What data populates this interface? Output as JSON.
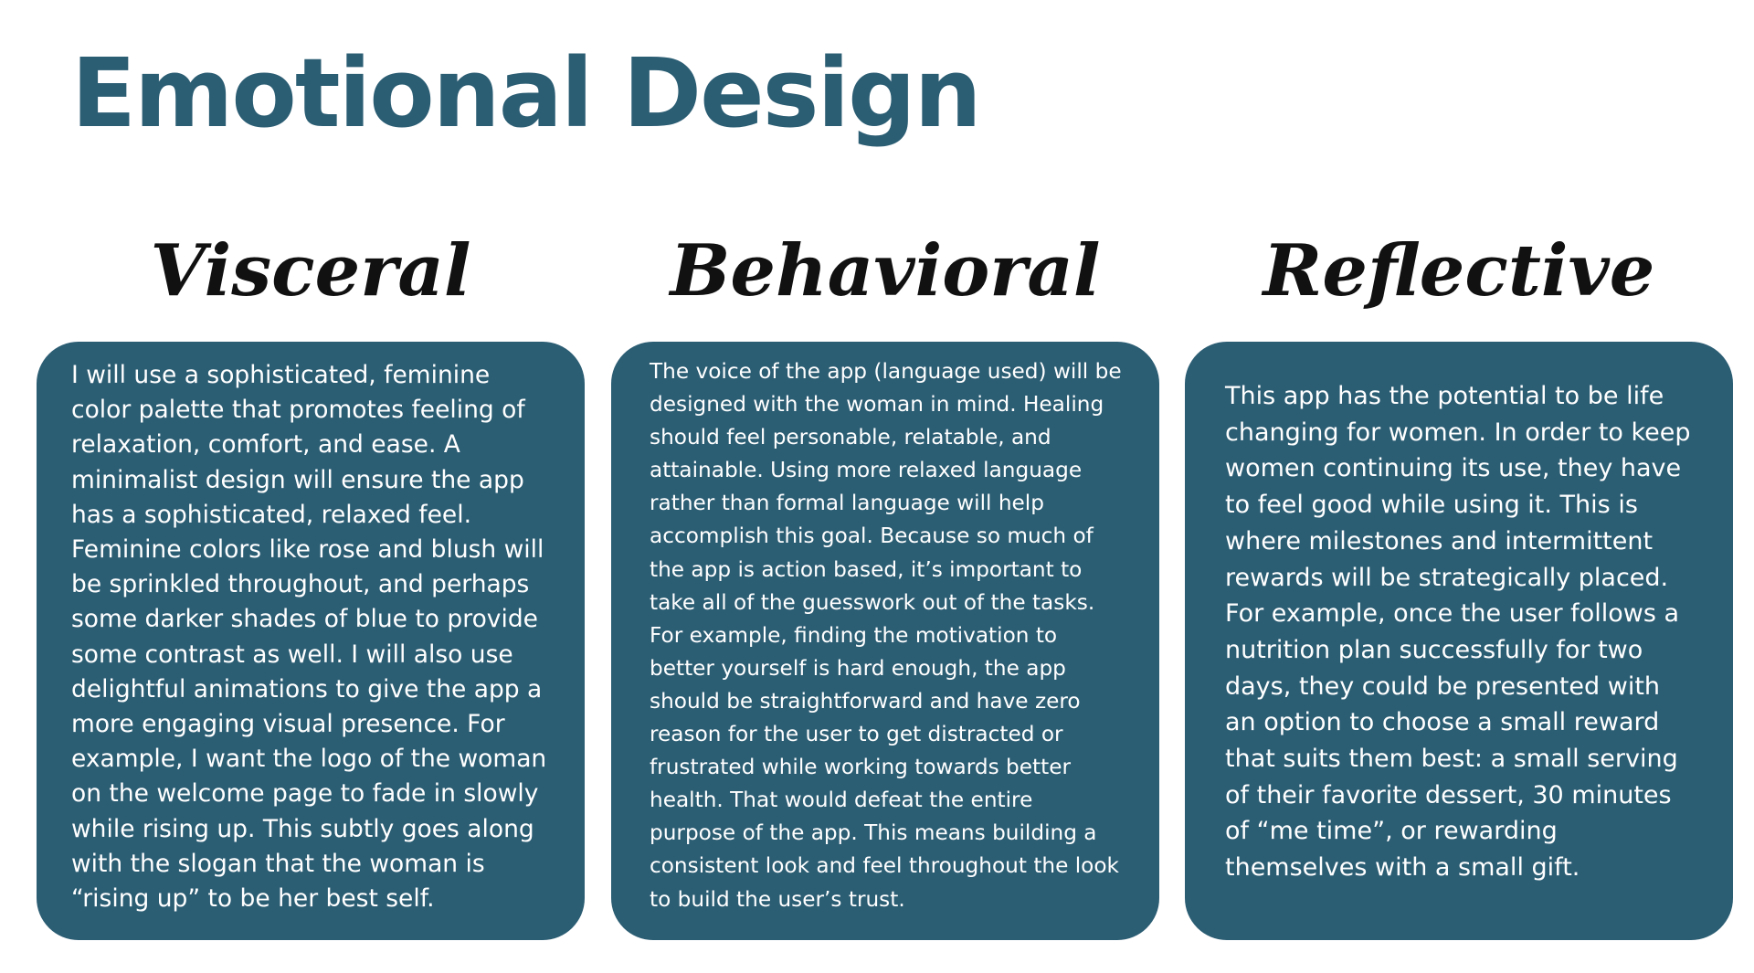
{
  "title": "Emotional Design",
  "columns": [
    {
      "heading": "Visceral",
      "body": "I will use a sophisticated, feminine color palette that promotes feeling of relaxation, comfort, and ease. A minimalist design will ensure the app has a sophisticated, relaxed feel. Feminine colors like rose and blush will be sprinkled throughout, and perhaps some darker shades of blue to provide some contrast as well. I will also use delightful animations to give the app a more engaging visual presence. For example, I want the logo of the woman on the welcome page to fade in slowly while rising up. This subtly goes along with the slogan that the woman is “rising up” to be her best self."
    },
    {
      "heading": "Behavioral",
      "body": "The voice of the app (language used) will be designed with the woman in mind. Healing should feel personable, relatable, and attainable. Using more relaxed language rather than formal language will help accomplish this goal. Because so much of the app is action based, it’s important to take all of the guesswork out of the tasks. For example, finding the motivation to better yourself is hard enough, the app should be straightforward and have zero reason for the user to get distracted or frustrated while working towards better health. That would defeat the entire purpose of the app. This means building a consistent look and feel throughout the look to build the user’s trust."
    },
    {
      "heading": "Reflective",
      "body": "This app has the potential to be life changing for women. In order to keep women continuing its use, they have to feel good while using it. This is where milestones and intermittent rewards will be strategically placed. For example, once the user follows a nutrition plan successfully for two days, they could be presented with an option to choose a small reward that suits them best: a small serving of their favorite dessert, 30 minutes of “me time”, or rewarding themselves with a small gift."
    }
  ],
  "colors": {
    "title": "#2b5d73",
    "card_background": "#2b5d73",
    "card_text": "#ffffff",
    "heading": "#111111"
  }
}
